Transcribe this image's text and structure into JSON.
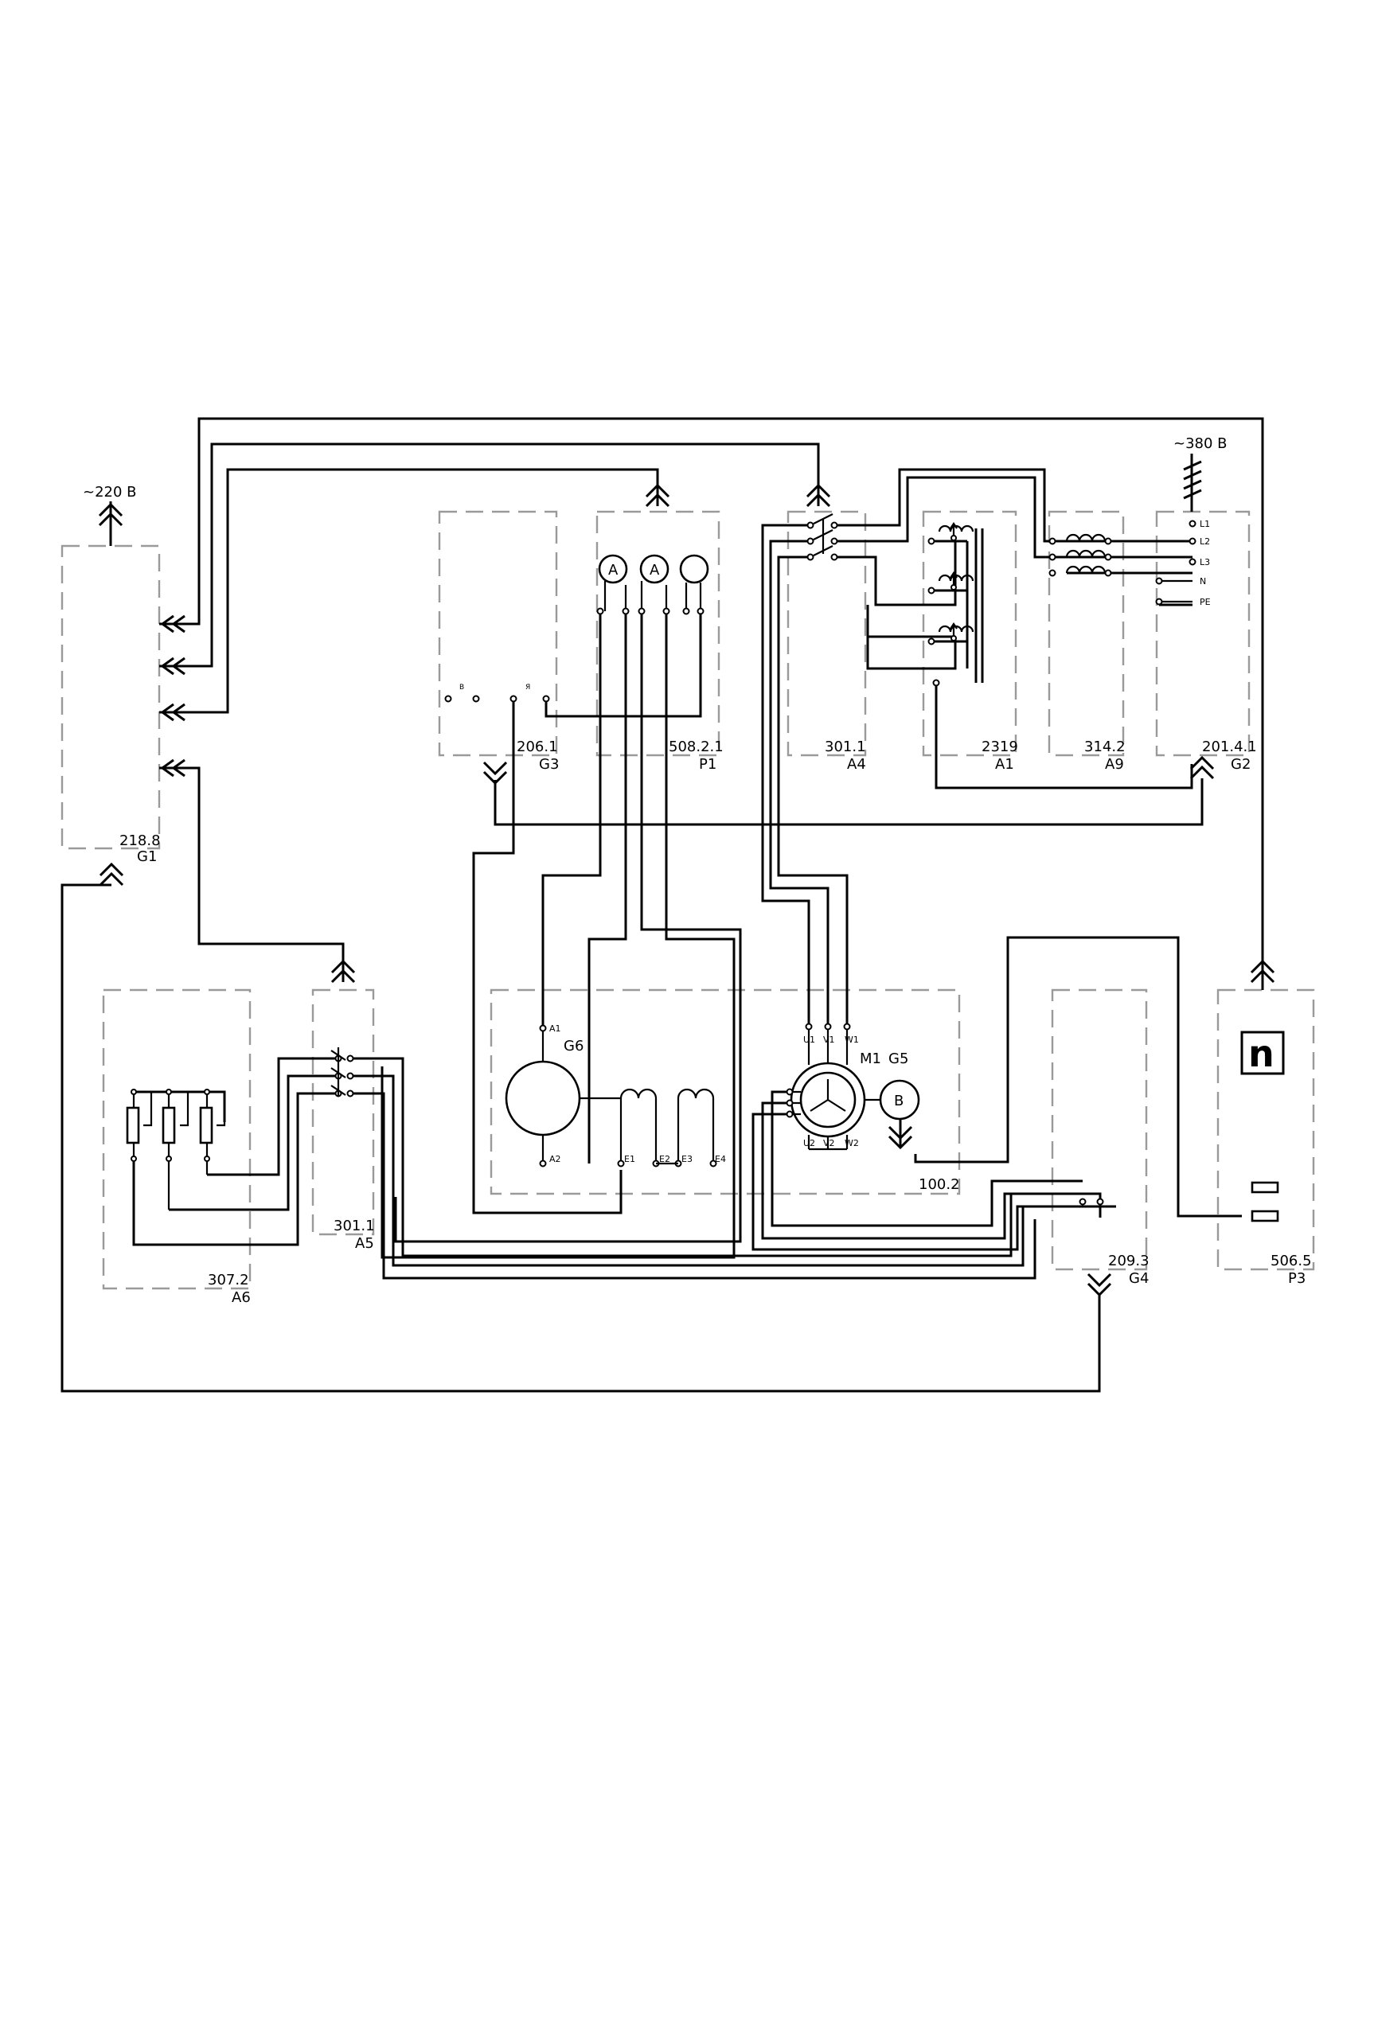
{
  "supplies": {
    "g1": "~220 В",
    "g2": "~380 В"
  },
  "modules": [
    {
      "key": "g1",
      "code": "218.8",
      "ref": "G1"
    },
    {
      "key": "g3",
      "code": "206.1",
      "ref": "G3"
    },
    {
      "key": "p1",
      "code": "508.2.1",
      "ref": "P1"
    },
    {
      "key": "a4",
      "code": "301.1",
      "ref": "A4"
    },
    {
      "key": "a1",
      "code": "2319",
      "ref": "A1"
    },
    {
      "key": "a9",
      "code": "314.2",
      "ref": "A9"
    },
    {
      "key": "g2",
      "code": "201.4.1",
      "ref": "G2"
    },
    {
      "key": "a6",
      "code": "307.2",
      "ref": "A6"
    },
    {
      "key": "a5",
      "code": "301.1",
      "ref": "A5"
    },
    {
      "key": "m",
      "code": "100.2",
      "ref": ""
    },
    {
      "key": "g4",
      "code": "209.3",
      "ref": "G4"
    },
    {
      "key": "p3",
      "code": "506.5",
      "ref": "P3"
    }
  ],
  "g2_terminals": [
    "L1",
    "L2",
    "L3",
    "N",
    "PE"
  ],
  "g3_terminals": [
    "В",
    "Я"
  ],
  "meters": [
    "A",
    "A",
    ""
  ],
  "machines": {
    "g6": {
      "ref": "G6",
      "terminals": [
        "A1",
        "A2",
        "E1",
        "E2",
        "E3",
        "E4"
      ]
    },
    "m1": {
      "ref": "M1",
      "terminals": [
        "U1",
        "V1",
        "W1",
        "U2",
        "V2",
        "W2"
      ]
    },
    "g5": {
      "ref": "G5",
      "symbol": "В"
    }
  },
  "p3_logo": "n"
}
